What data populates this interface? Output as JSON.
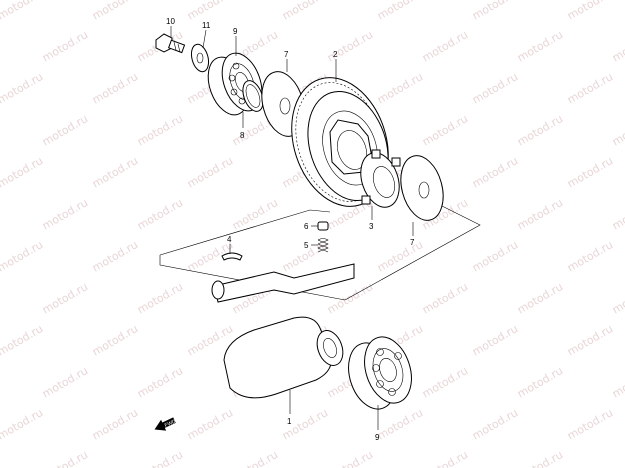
{
  "watermark": {
    "text": "motod.ru",
    "color": "#e9d6d6"
  },
  "callouts": {
    "p10": "10",
    "p11": "11",
    "p9_top": "9",
    "p7_upper": "7",
    "p2": "2",
    "p8": "8",
    "p6": "6",
    "p5": "5",
    "p4": "4",
    "p3": "3",
    "p7_lower": "7",
    "p1": "1",
    "p9_bottom": "9"
  },
  "front_marker": {
    "text": "FWD",
    "icon": "front-arrow-icon"
  }
}
